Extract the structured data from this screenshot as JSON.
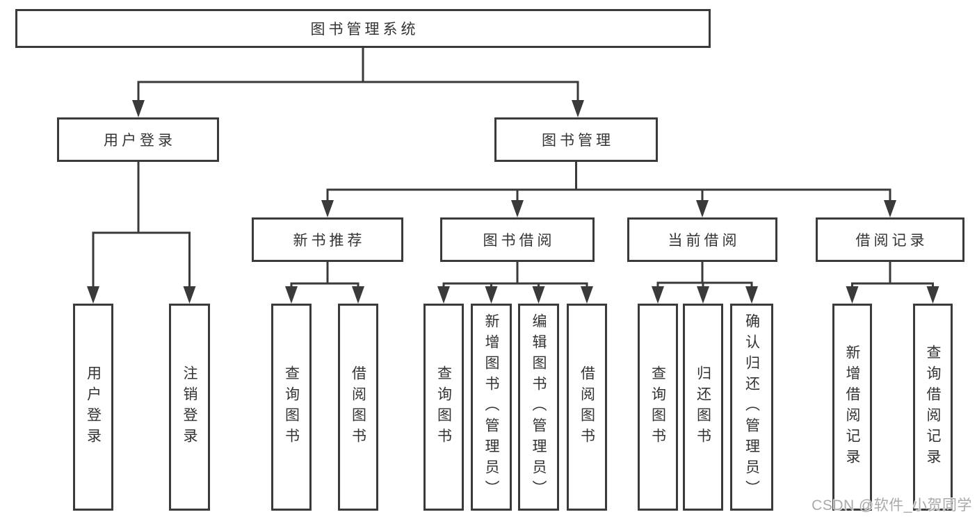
{
  "diagram": {
    "root_label": "图书管理系统",
    "level2": [
      {
        "label": "用户登录"
      },
      {
        "label": "图书管理"
      }
    ],
    "level3": [
      {
        "label": "新书推荐",
        "parent": "图书管理"
      },
      {
        "label": "图书借阅",
        "parent": "图书管理"
      },
      {
        "label": "当前借阅",
        "parent": "图书管理"
      },
      {
        "label": "借阅记录",
        "parent": "图书管理"
      }
    ],
    "leaves": [
      {
        "label": "用户登录",
        "parent": "用户登录"
      },
      {
        "label": "注销登录",
        "parent": "用户登录"
      },
      {
        "label": "查询图书",
        "parent": "新书推荐"
      },
      {
        "label": "借阅图书",
        "parent": "新书推荐"
      },
      {
        "label": "查询图书",
        "parent": "图书借阅"
      },
      {
        "label": "新增图书（管理员）",
        "parent": "图书借阅"
      },
      {
        "label": "编辑图书（管理员）",
        "parent": "图书借阅"
      },
      {
        "label": "借阅图书",
        "parent": "图书借阅"
      },
      {
        "label": "查询图书",
        "parent": "当前借阅"
      },
      {
        "label": "归还图书",
        "parent": "当前借阅"
      },
      {
        "label": "确认归还（管理员）",
        "parent": "当前借阅"
      },
      {
        "label": "新增借阅记录",
        "parent": "借阅记录"
      },
      {
        "label": "查询借阅记录",
        "parent": "借阅记录"
      }
    ],
    "watermark": "CSDN @软件_小贺同学",
    "colors": {
      "line": "#3a3a3a",
      "box_border": "#3a3a3a",
      "text": "#333333",
      "watermark": "#a9a9a9",
      "background": "#ffffff"
    }
  }
}
